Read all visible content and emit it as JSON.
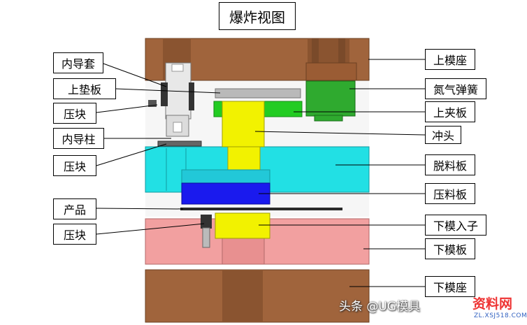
{
  "title": "爆炸视图",
  "labels": {
    "left": {
      "inner_guide_sleeve": "内导套",
      "upper_backing_plate": "上垫板",
      "press_block_1": "压块",
      "inner_guide_post": "内导柱",
      "press_block_2": "压块",
      "product": "产品",
      "press_block_3": "压块"
    },
    "right": {
      "upper_die_base": "上模座",
      "nitrogen_spring": "氮气弹簧",
      "upper_clamp_plate": "上夹板",
      "punch": "冲头",
      "stripper_plate": "脱料板",
      "pressure_plate": "压料板",
      "lower_die_insert": "下模入子",
      "lower_die_plate": "下模板",
      "lower_die_base": "下模座"
    }
  },
  "watermark": {
    "text": "头条 @UG模具",
    "site_logo": "资料网",
    "site_url": "ZL.XSJ518.COM"
  },
  "colors": {
    "die_base_brown": "#a0643c",
    "stripper_cyan": "#22e0e4",
    "punch_yellow": "#f2f200",
    "clamp_green": "#22cc22",
    "pressure_blue": "#1a1aee",
    "lower_plate_pink": "#f2a0a0",
    "guide_gray": "#d8d8d8"
  }
}
